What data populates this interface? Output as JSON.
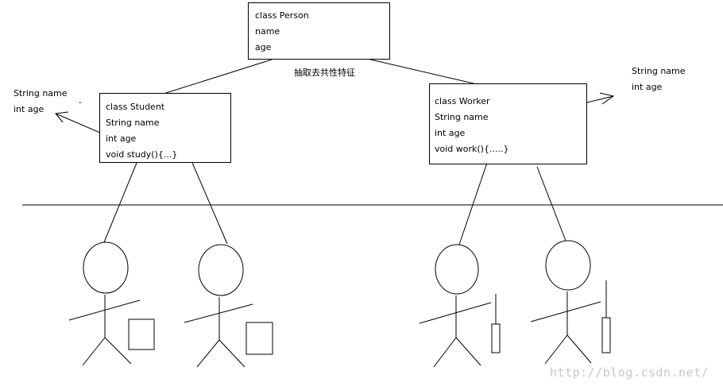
{
  "person": {
    "lines": [
      "class Person",
      "name",
      "age"
    ]
  },
  "student": {
    "lines": [
      "class Student",
      "String name",
      "int age",
      "void study(){...}"
    ]
  },
  "worker": {
    "lines": [
      "class Worker",
      "String name",
      "int age",
      "void work(){.....}"
    ]
  },
  "extract_label": "抽取去共性特征",
  "left_extracted": {
    "lines": [
      "String name",
      "int age"
    ],
    "dash": "-"
  },
  "right_extracted": {
    "lines": [
      "String name",
      "int age"
    ]
  },
  "watermark": "http://blog.csdn.net/"
}
